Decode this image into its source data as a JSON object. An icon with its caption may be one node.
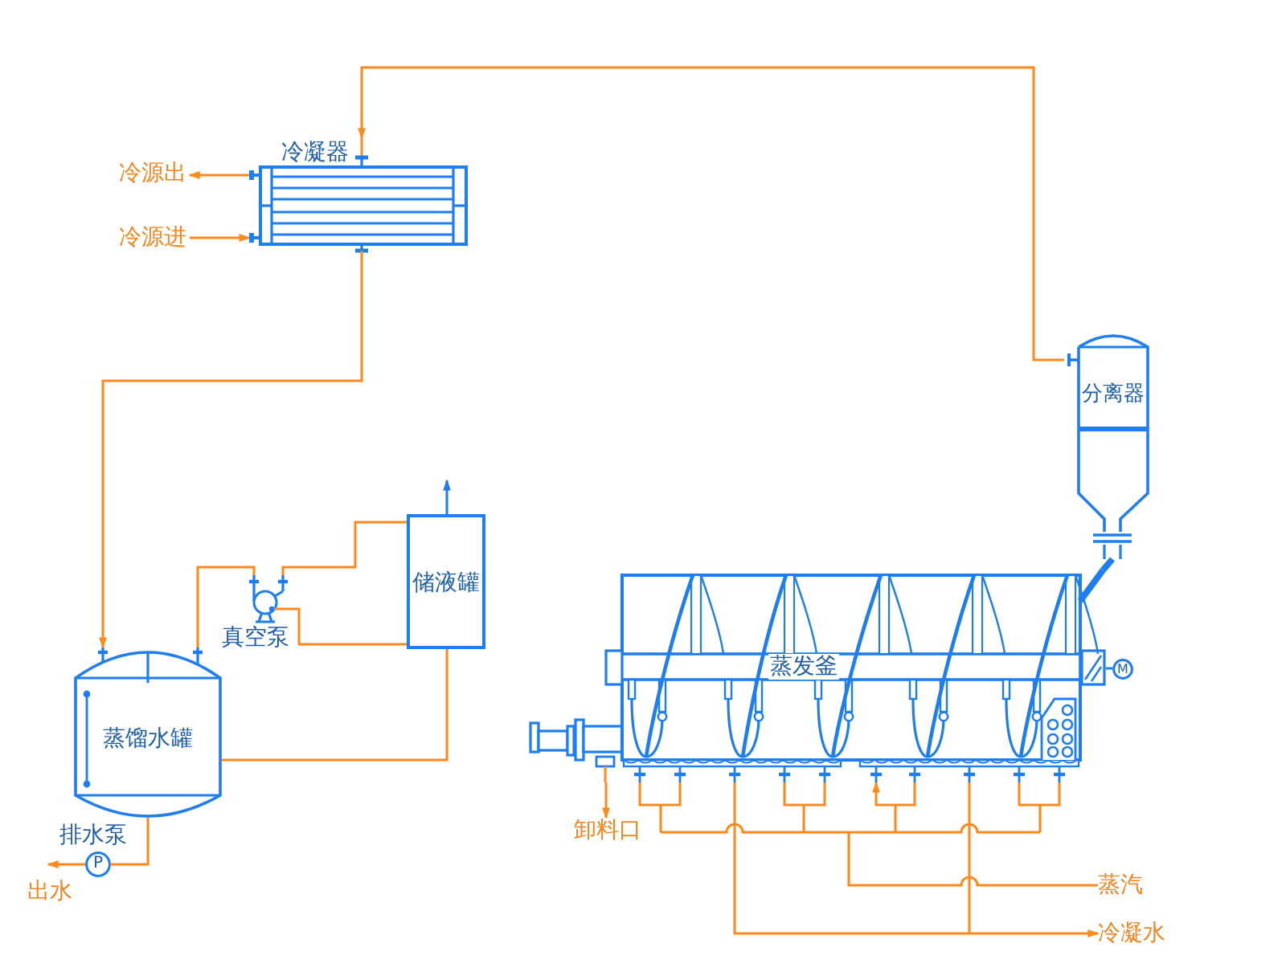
{
  "diagram": {
    "nodes": [
      {
        "text": [
          "冷凝器"
        ]
      },
      {
        "text": [
          "冷源出"
        ]
      },
      {
        "text": [
          "冷源进"
        ]
      },
      {
        "text": [
          "分离器"
        ]
      },
      {
        "text": [
          "储液罐"
        ]
      },
      {
        "text": [],
        "shape": "circle",
        "beside": [
          "真空泵"
        ]
      },
      {
        "text": [
          "蒸馏水罐"
        ]
      },
      {
        "text": [
          "P"
        ],
        "beside": [
          "排水泵"
        ]
      },
      {
        "text": [
          "出水"
        ]
      },
      {
        "text": [
          "蒸发釜"
        ]
      },
      {
        "text": [
          "M"
        ]
      },
      {
        "text": [
          "卸料口"
        ]
      },
      {
        "text": [
          "蒸汽"
        ]
      },
      {
        "text": [
          "冷凝水"
        ]
      }
    ],
    "edges": [
      {
        "from": 3,
        "to": 0,
        "arrow": "to"
      },
      {
        "from": 0,
        "to": 1,
        "arrow": "to"
      },
      {
        "from": 2,
        "to": 0,
        "arrow": "to"
      },
      {
        "from": 0,
        "to": 6,
        "arrow": "to"
      },
      {
        "from": 6,
        "to": 5,
        "arrow": "none"
      },
      {
        "from": 5,
        "to": 4,
        "arrow": "none"
      },
      {
        "from": 5,
        "to": 4,
        "arrow": "none"
      },
      {
        "from": 4,
        "to": null,
        "arrow": "to",
        "color": "#1e7ef0"
      },
      {
        "from": 4,
        "to": 6,
        "arrow": "none"
      },
      {
        "from": 6,
        "to": 7,
        "arrow": "none"
      },
      {
        "from": 7,
        "to": 8,
        "arrow": "to"
      },
      {
        "from": 3,
        "to": 9,
        "arrow": "none",
        "style": "thick",
        "color": "#1e7ef0"
      },
      {
        "from": 9,
        "to": 11,
        "arrow": "to"
      },
      {
        "from": 12,
        "to": 9,
        "arrow": "to"
      },
      {
        "from": 9,
        "to": 13,
        "arrow": "to"
      },
      {
        "from": 9,
        "to": 10,
        "arrow": "none",
        "color": "#1e7ef0"
      }
    ]
  }
}
